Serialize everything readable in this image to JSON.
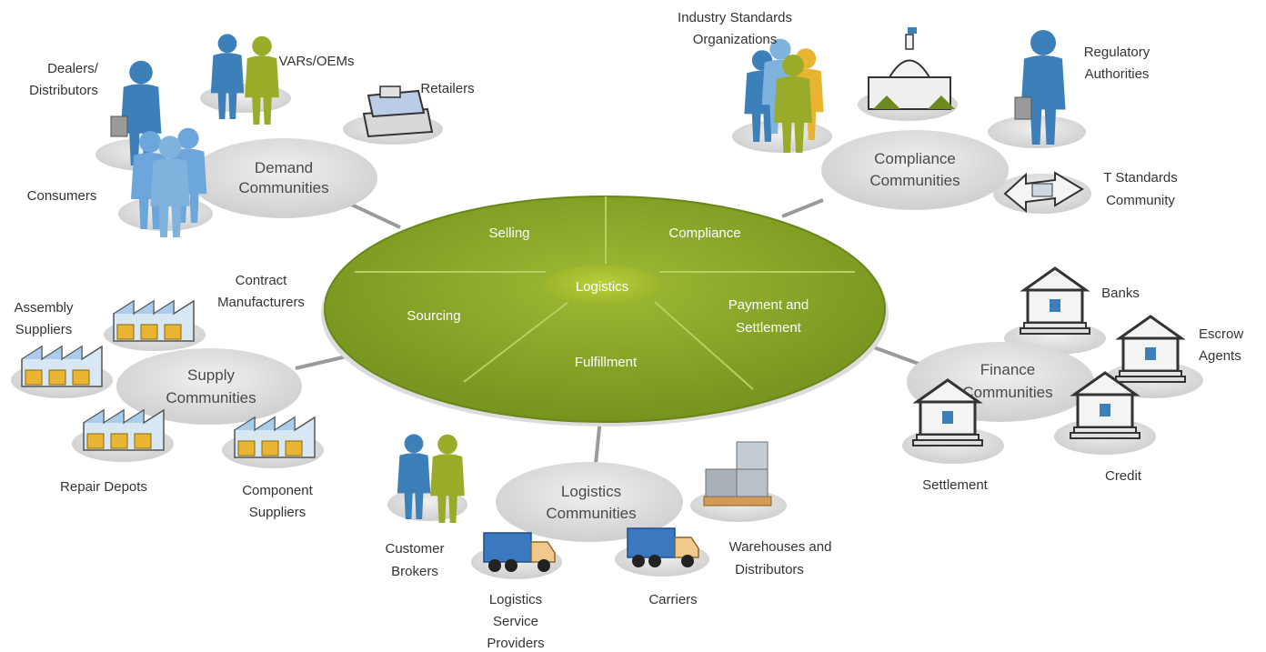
{
  "center": {
    "segments": [
      "Selling",
      "Compliance",
      "Sourcing",
      "Payment and",
      "Settlement",
      "Fulfillment"
    ],
    "hub": "Logistics"
  },
  "demand": {
    "hub": [
      "Demand",
      "Communities"
    ],
    "dealers": [
      "Dealers/",
      "Distributors"
    ],
    "vars": "VARs/OEMs",
    "retailers": "Retailers",
    "consumers": "Consumers"
  },
  "compliance": {
    "hub": [
      "Compliance",
      "Communities"
    ],
    "industry": [
      "Industry Standards",
      "Organizations"
    ],
    "regulatory": [
      "Regulatory",
      "Authorities"
    ],
    "it": [
      "T Standards",
      "Community"
    ]
  },
  "supply": {
    "hub": [
      "Supply",
      "Communities"
    ],
    "assembly": [
      "Assembly",
      "Suppliers"
    ],
    "contract": [
      "Contract",
      "Manufacturers"
    ],
    "repair": "Repair Depots",
    "component": [
      "Component",
      "Suppliers"
    ]
  },
  "finance": {
    "hub": [
      "Finance",
      "Communities"
    ],
    "banks": "Banks",
    "escrow": [
      "Escrow",
      "Agents"
    ],
    "settlement": "Settlement",
    "credit": "Credit"
  },
  "logistics": {
    "hub": [
      "Logistics",
      "Communities"
    ],
    "brokers": [
      "Customer",
      "Brokers"
    ],
    "lsp": [
      "Logistics",
      "Service",
      "Providers"
    ],
    "carriers": "Carriers",
    "warehouses": [
      "Warehouses and",
      "Distributors"
    ]
  },
  "colors": {
    "green": "#8aa72c",
    "green_dark": "#6e8a1f",
    "pad": "#e4e4e4",
    "blue_person": "#3d7fb8",
    "light_blue_person": "#7fb2dd",
    "olive_person": "#9aab2a",
    "factory_yellow": "#e8b431",
    "truck_blue": "#3a78c0"
  }
}
